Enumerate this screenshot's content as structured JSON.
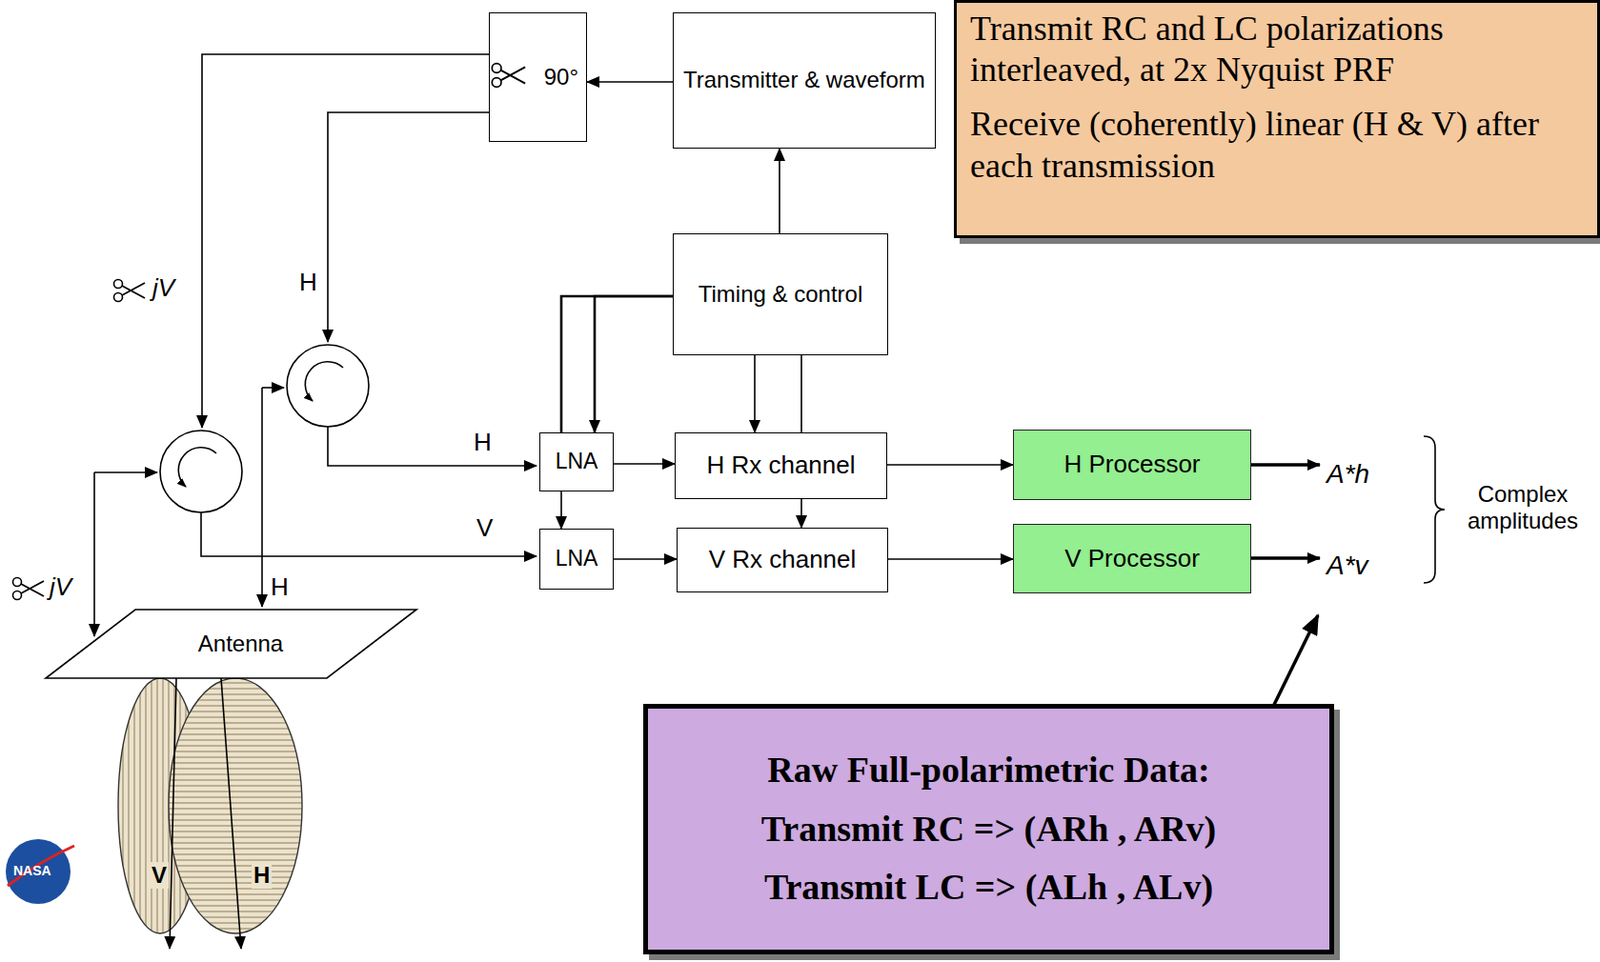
{
  "diagram": {
    "nodes": [
      {
        "text": [
          "Transmit RC and LC polarizations interleaved, at 2x Nyquist PRF",
          "Receive (coherently) linear (H & V) after each transmission"
        ]
      },
      {
        "text": [
          "Transmitter & waveform"
        ]
      },
      {
        "text": [
          "90°"
        ]
      },
      {
        "text": [
          "Timing & control"
        ]
      },
      {
        "text": [
          "LNA"
        ]
      },
      {
        "text": [
          "H Rx channel"
        ]
      },
      {
        "text": [
          "H Processor"
        ]
      },
      {
        "text": [
          "LNA"
        ]
      },
      {
        "text": [
          "V Rx channel"
        ]
      },
      {
        "text": [
          "V Processor"
        ]
      },
      {
        "text": [
          "Antenna"
        ]
      },
      {
        "text": [
          "Raw Full-polarimetric Data:",
          "Transmit RC => (ARh , ARv)",
          "Transmit LC => (ALh , ALv)"
        ]
      }
    ],
    "edges": [
      {
        "from": 1,
        "to": 2,
        "arrow": "to"
      },
      {
        "from": 3,
        "to": 1,
        "arrow": "to"
      },
      {
        "from": 3,
        "to": 4,
        "arrow": "to"
      },
      {
        "from": 3,
        "to": 4,
        "arrow": "none"
      },
      {
        "from": 4,
        "to": 7,
        "arrow": "to"
      },
      {
        "from": 4,
        "to": 5,
        "arrow": "to"
      },
      {
        "from": 7,
        "to": 8,
        "arrow": "to"
      },
      {
        "from": 3,
        "to": 5,
        "arrow": "to"
      },
      {
        "from": 3,
        "to": 5,
        "arrow": "none"
      },
      {
        "from": 5,
        "to": 8,
        "arrow": "to"
      },
      {
        "from": 5,
        "to": 6,
        "arrow": "to"
      },
      {
        "from": 8,
        "to": 9,
        "arrow": "to"
      }
    ],
    "labels": [
      "jV",
      "H",
      "jV",
      "H",
      "V",
      "H",
      "V",
      "H",
      "A*h",
      "A*v",
      "Complex amplitudes",
      "NASA"
    ]
  }
}
